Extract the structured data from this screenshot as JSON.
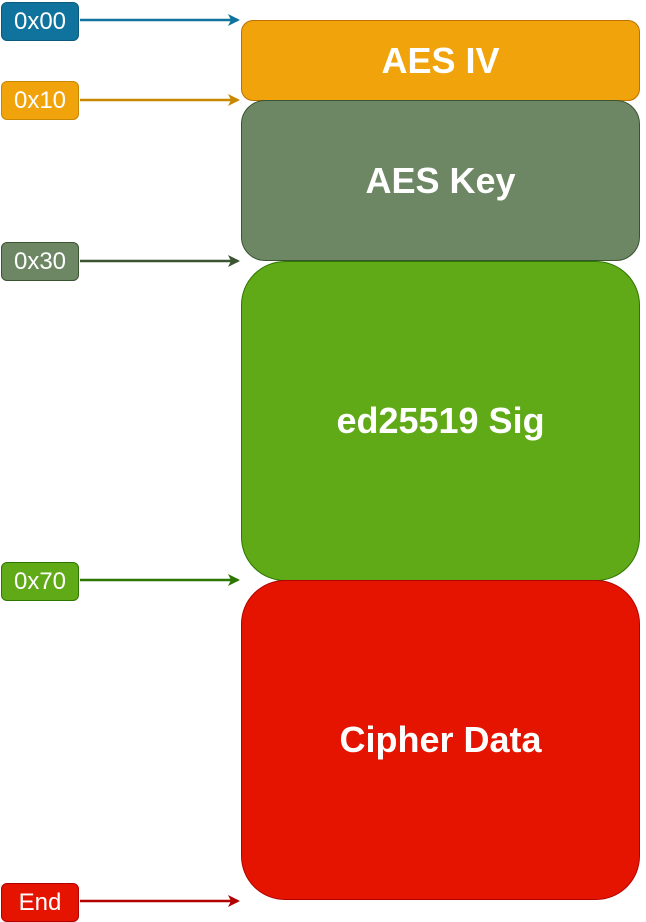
{
  "offsets": [
    {
      "label": "0x00",
      "fill": "#10739e",
      "stroke": "#0b5a7d"
    },
    {
      "label": "0x10",
      "fill": "#f0a30a",
      "stroke": "#c88800"
    },
    {
      "label": "0x30",
      "fill": "#6d8764",
      "stroke": "#3a5431"
    },
    {
      "label": "0x70",
      "fill": "#60a917",
      "stroke": "#2d7600"
    },
    {
      "label": "End",
      "fill": "#e51400",
      "stroke": "#b20000"
    }
  ],
  "blocks": [
    {
      "label": "AES IV",
      "fill": "#f0a30a",
      "stroke": "#bd7000"
    },
    {
      "label": "AES Key",
      "fill": "#6d8764",
      "stroke": "#3a5431"
    },
    {
      "label": "ed25519 Sig",
      "fill": "#60a917",
      "stroke": "#2d7600"
    },
    {
      "label": "Cipher Data",
      "fill": "#e51400",
      "stroke": "#b20000"
    }
  ]
}
